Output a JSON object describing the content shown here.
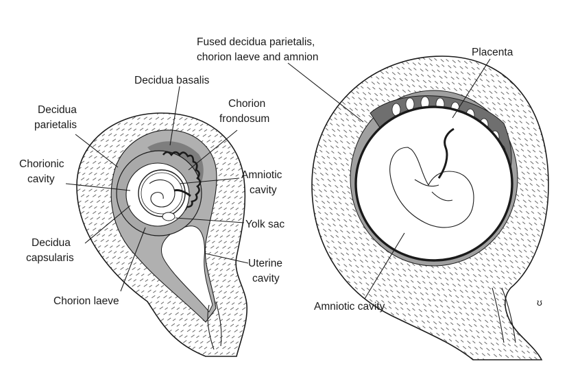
{
  "labels": {
    "fused_line1": "Fused decidua parietalis,",
    "fused_line2": "chorion laeve and amnion",
    "placenta": "Placenta",
    "decidua_basalis": "Decidua basalis",
    "chorion_frondosum_1": "Chorion",
    "chorion_frondosum_2": "frondosum",
    "decidua_parietalis_1": "Decidua",
    "decidua_parietalis_2": "parietalis",
    "chorionic_cavity_1": "Chorionic",
    "chorionic_cavity_2": "cavity",
    "amniotic_cavity_small_1": "Amniotic",
    "amniotic_cavity_small_2": "cavity",
    "yolk_sac": "Yolk sac",
    "decidua_capsularis_1": "Decidua",
    "decidua_capsularis_2": "capsularis",
    "uterine_cavity_1": "Uterine",
    "uterine_cavity_2": "cavity",
    "chorion_laeve": "Chorion laeve",
    "amniotic_cavity_large": "Amniotic cavity"
  }
}
